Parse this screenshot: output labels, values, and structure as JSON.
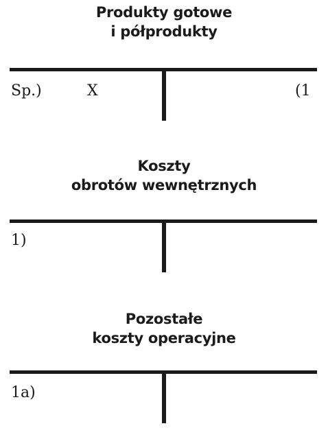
{
  "accounts": [
    {
      "title_line1": "Produkty gotowe",
      "title_line2": "i półprodukty",
      "debit_entries": [
        "Sp.)",
        "X"
      ],
      "credit_entries": [
        "(1"
      ]
    },
    {
      "title_line1": "Koszty",
      "title_line2": "obrotów wewnętrznych",
      "debit_entries": [
        "1)"
      ],
      "credit_entries": []
    },
    {
      "title_line1": "Pozostałe",
      "title_line2": "koszty operacyjne",
      "debit_entries": [
        "1a)"
      ],
      "credit_entries": []
    }
  ]
}
